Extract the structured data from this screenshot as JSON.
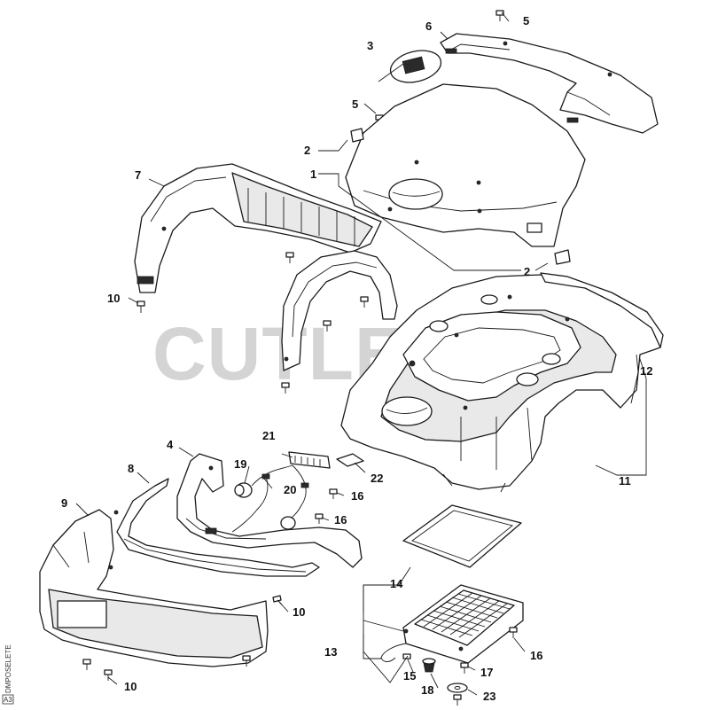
{
  "watermark": "CUTLER'S",
  "side_reference": "DMPOSELETE",
  "side_reference_code": "A3",
  "callouts": {
    "c1": "1",
    "c2a": "2",
    "c2b": "2",
    "c3": "3",
    "c4": "4",
    "c5a": "5",
    "c5b": "5",
    "c6": "6",
    "c7": "7",
    "c8": "8",
    "c9": "9",
    "c10a": "10",
    "c10b": "10",
    "c10c": "10",
    "c11": "11",
    "c12": "12",
    "c13": "13",
    "c14": "14",
    "c15": "15",
    "c16a": "16",
    "c16b": "16",
    "c16c": "16",
    "c17": "17",
    "c18": "18",
    "c19": "19",
    "c20": "20",
    "c21": "21",
    "c22": "22",
    "c23": "23"
  }
}
